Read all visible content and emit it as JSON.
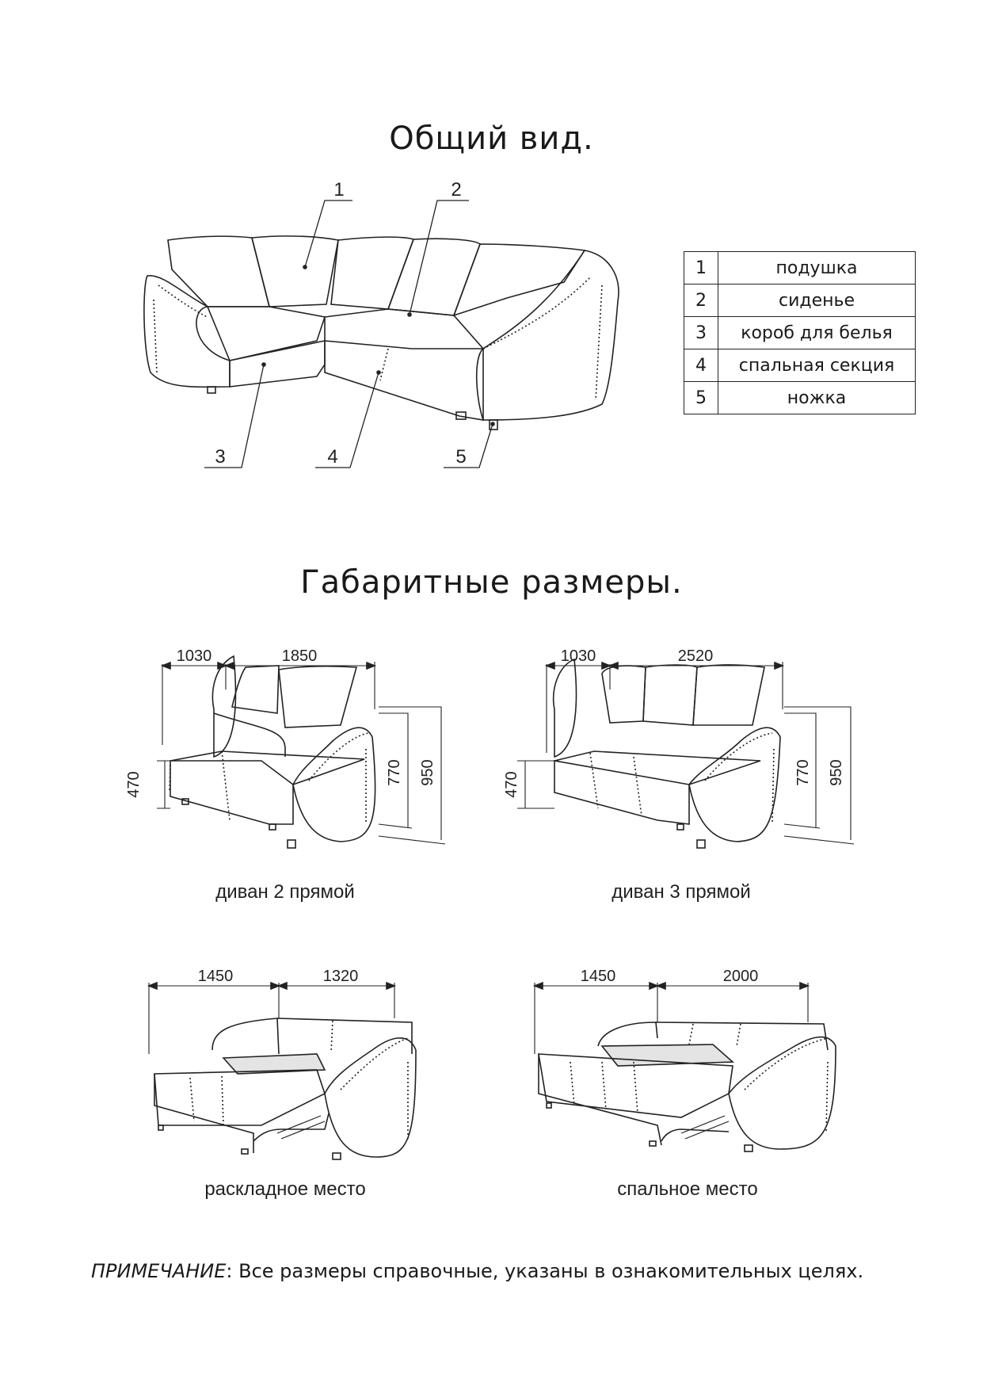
{
  "general_view": {
    "title": "Общий вид.",
    "callouts": [
      "1",
      "2",
      "3",
      "4",
      "5"
    ],
    "legend": [
      {
        "num": "1",
        "label": "подушка"
      },
      {
        "num": "2",
        "label": "сиденье"
      },
      {
        "num": "3",
        "label": "короб для белья"
      },
      {
        "num": "4",
        "label": "спальная секция"
      },
      {
        "num": "5",
        "label": "ножка"
      }
    ]
  },
  "dimensions": {
    "title": "Габаритные размеры.",
    "views": [
      {
        "caption": "диван 2 прямой",
        "depth": "1030",
        "width": "1850",
        "seat_height": "470",
        "arm_height": "770",
        "total_height": "950"
      },
      {
        "caption": "диван 3 прямой",
        "depth": "1030",
        "width": "2520",
        "seat_height": "470",
        "arm_height": "770",
        "total_height": "950"
      },
      {
        "caption": "раскладное место",
        "depth": "1450",
        "width": "1320"
      },
      {
        "caption": "спальное место",
        "depth": "1450",
        "width": "2000"
      }
    ]
  },
  "note": {
    "label": "ПРИМЕЧАНИЕ",
    "text": ": Все размеры справочные, указаны в ознакомительных целях."
  }
}
